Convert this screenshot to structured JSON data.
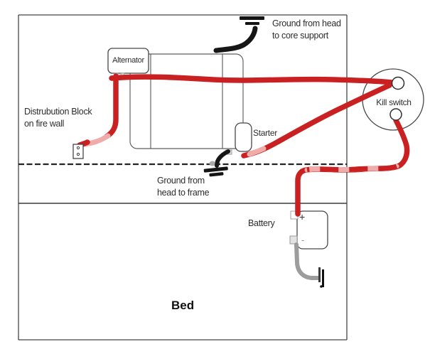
{
  "diagram": {
    "labels": {
      "alternator": "Alternator",
      "starter": "Starter",
      "kill_switch": "Kill switch",
      "battery": "Battery",
      "battery_positive": "+",
      "battery_negative": "-",
      "bed": "Bed",
      "distribution_block_line1": "Distrubution Block",
      "distribution_block_line2": "on fire wall",
      "ground_core_line1": "Ground from head",
      "ground_core_line2": "to core support",
      "ground_frame_line1": "Ground from",
      "ground_frame_line2": "head to frame"
    },
    "colors": {
      "wire_power": "#c92121",
      "wire_power_faded": "#f0abab",
      "wire_ground": "#161616",
      "wire_battery_ground": "#9c9c9c",
      "outline": "#454545"
    }
  }
}
